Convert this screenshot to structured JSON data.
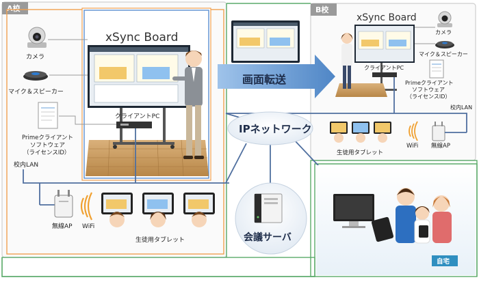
{
  "school_a": {
    "label": "A校",
    "board_title": "xSync Board",
    "client_pc": "クライアントPC",
    "camera": "カメラ",
    "mic_speaker": "マイク＆スピーカー",
    "software_line1": "Primeクライアント",
    "software_line2": "ソフトウェア",
    "software_line3": "（ライセンスID）",
    "lan": "校内LAN",
    "wireless_ap": "無線AP",
    "wifi": "WiFi",
    "tablets": "生徒用タブレット"
  },
  "school_b": {
    "label": "B校",
    "board_title": "xSync Board",
    "client_pc": "クライアントPC",
    "camera": "カメラ",
    "mic_speaker": "マイク＆スピーカー",
    "software_line1": "Primeクライアント",
    "software_line2": "ソフトウェア",
    "software_line3": "（ライセンスID）",
    "lan": "校内LAN",
    "wireless_ap": "無線AP",
    "wifi": "WiFi",
    "tablets": "生徒用タブレット"
  },
  "transfer": "画面転送",
  "ip_network": "IPネットワーク",
  "conference_server": "会議サーバ",
  "home": "自宅",
  "colors": {
    "school_a_border": "#f0a050",
    "school_b_border": "#5aaa6a",
    "network_line": "#4f6f9f",
    "cloud": "#f6f8fb",
    "transfer_arrow": "#5f8fc8",
    "floor": "#c89a5a",
    "home_bg": "#2f8fc0"
  }
}
